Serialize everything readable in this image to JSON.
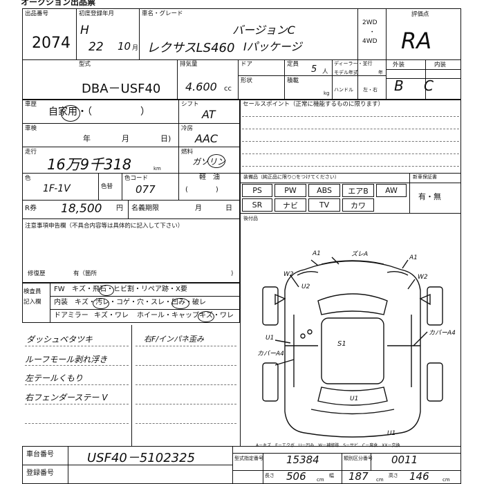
{
  "header": {
    "title_partial": "オークション出品票"
  },
  "lot": {
    "label": "出品番号",
    "value": "2074"
  },
  "registration": {
    "label": "初度登録年月",
    "era": "H",
    "year": "22",
    "month": "10",
    "month_unit": "月"
  },
  "vehicle": {
    "label": "車名・グレード",
    "name": "レクサスLS460",
    "grade_line1": "バージョンC",
    "grade_line2": "Iパッケージ"
  },
  "drive": {
    "opt1": "2WD",
    "sep": "・",
    "opt2": "4WD"
  },
  "score": {
    "label": "評価点",
    "value": "RA",
    "ext_label": "外装",
    "int_label": "内装",
    "ext": "B",
    "int": "C"
  },
  "model": {
    "label": "型式",
    "value": "DBA－USF40"
  },
  "displacement": {
    "label": "排気量",
    "value": "4.600",
    "unit": "cc"
  },
  "doors": {
    "label": "ドア"
  },
  "capacity": {
    "label": "定員",
    "value": "5",
    "unit": "人"
  },
  "dealer": {
    "label": "ディーラー・並行"
  },
  "model_year": {
    "label": "モデル年式",
    "unit": "年"
  },
  "shape": {
    "label": "形状"
  },
  "load": {
    "label": "積載",
    "unit": "kg"
  },
  "handle": {
    "label": "ハンドル",
    "value": "左・右"
  },
  "usage": {
    "label": "車歴",
    "value": "自家用・（　　　　　）"
  },
  "shift": {
    "label": "シフト",
    "value": "AT"
  },
  "sales_point": {
    "label": "セールスポイント（正常に機能するものに限ります）"
  },
  "inspection": {
    "label": "車検",
    "y": "年",
    "m": "月",
    "d": "日)"
  },
  "cooler": {
    "label": "冷房",
    "value": "AAC"
  },
  "mileage": {
    "label": "走行",
    "value": "16万9千318",
    "unit": "km"
  },
  "fuel": {
    "label": "燃料",
    "value": "ガソリン",
    "opt2": "軽　油",
    "paren": "(　　　　)"
  },
  "color": {
    "label": "色",
    "value": "1F-1V",
    "change_label": "色替",
    "code_label": "色コード",
    "code": "077"
  },
  "equipment": {
    "label": "装備品（純正品に限り○をつけてください）",
    "nav_label": "新車保証書",
    "row1": [
      "PS",
      "PW",
      "ABS",
      "エアB",
      "AW"
    ],
    "row2": [
      "SR",
      "ナビ",
      "TV",
      "カワ"
    ],
    "warranty": "有・無"
  },
  "recycle": {
    "label": "R券",
    "value": "18,500",
    "unit": "円",
    "period_label": "名義期限",
    "m": "月",
    "d": "日"
  },
  "notes": {
    "label": "注意事項申告欄（不具合内容等は具体的に記入して下さい）",
    "repair_label": "修復歴",
    "repair_value": "有（箇所",
    "repair_close": ")"
  },
  "after_market": {
    "label": "後付品"
  },
  "inspector": {
    "label1": "検査員",
    "label2": "記入欄",
    "rows": [
      [
        "FW",
        "キズ・飛石・ヒビ割・リペア跡・X要"
      ],
      [
        "内装",
        "キズ・汚レ・コゲ・穴・スレ・凹み・破レ"
      ],
      [
        "ドアミラー",
        "キズ・ワレ",
        "ホイール・キャップ",
        "キズ・ワレ"
      ]
    ]
  },
  "handwritten_notes": {
    "left": [
      "ダッシュベタツキ",
      "ルーフモール剥れ浮き",
      "左テールくもり",
      "右フェンダーステー V"
    ],
    "right": "右F/インパネ歪み"
  },
  "diagram": {
    "marks": [
      "A1",
      "ズレA",
      "A1",
      "W2",
      "U2",
      "W2",
      "カバーA4",
      "U1",
      "S1",
      "カバーA4",
      "U1",
      "U1"
    ]
  },
  "legend": "A－キズ　E－エクボ　U－凹み　W－補修跡　S－サビ　C－腐食　XX－交換",
  "vin": {
    "label": "車台番号",
    "value": "USF40－5102325"
  },
  "reg_number": {
    "label": "登録番号"
  },
  "cert": {
    "label": "型式指定番号",
    "value": "15384",
    "class_label": "類別区分番号",
    "class_value": "0011"
  },
  "dims": {
    "length_label": "長さ",
    "length": "506",
    "width_label": "幅",
    "width": "187",
    "height_label": "高さ",
    "height": "146",
    "unit": "cm"
  }
}
